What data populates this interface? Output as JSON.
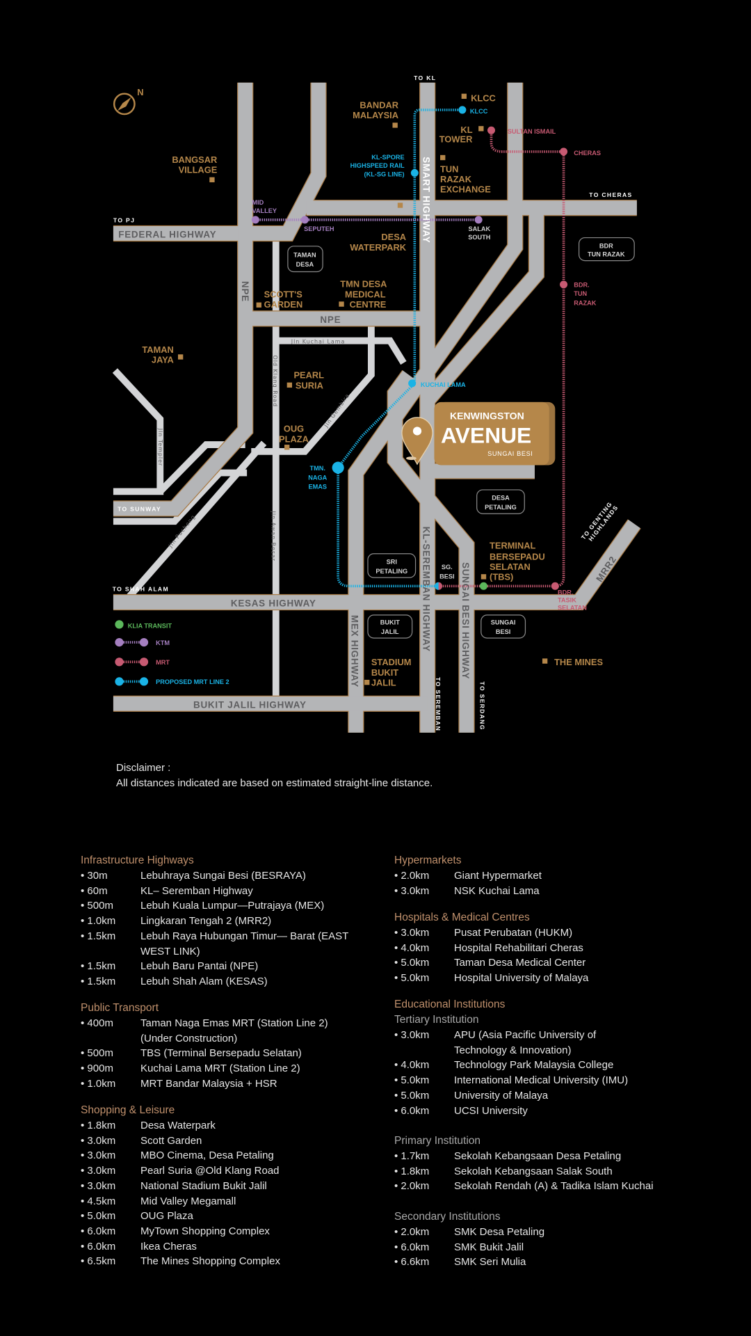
{
  "map": {
    "compass_n": "N",
    "directions": {
      "to_kl": "TO KL",
      "to_cheras": "TO CHERAS",
      "to_pj": "TO PJ",
      "to_sunway": "TO SUNWAY",
      "to_shah_alam": "TO SHAH ALAM",
      "to_seremban": "TO SEREMBAN",
      "to_serdang": "TO SERDANG",
      "to_genting_1": "TO GENTING",
      "to_genting_2": "HIGHLANDS"
    },
    "roads": {
      "federal": "FEDERAL HIGHWAY",
      "npe_h": "NPE",
      "npe_v": "NPE",
      "smart": "SMART HIGHWAY",
      "kesas": "KESAS HIGHWAY",
      "bukit_jalil": "BUKIT JALIL HIGHWAY",
      "mex": "MEX HIGHWAY",
      "kl_seremban": "KL-SEREMBAN HIGHWAY",
      "sungai_besi": "SUNGAI BESI HIGHWAY",
      "mrr2": "MRR2",
      "kuchai_lama": "Jln Kuchai Lama",
      "old_klang": "Old Klang Road",
      "gembira": "Jln Gembira",
      "templer": "Jln Templer",
      "puchong": "Jln Puchong",
      "awan_besar": "Jln Awan Besar"
    },
    "places": {
      "klcc": "KLCC",
      "bandar_malaysia": [
        "BANDAR",
        "MALAYSIA"
      ],
      "kl_tower": [
        "KL",
        "TOWER"
      ],
      "trx": [
        "TUN",
        "RAZAK",
        "EXCHANGE"
      ],
      "bangsar": [
        "BANGSAR",
        "VILLAGE"
      ],
      "desa_waterpark": [
        "DESA",
        "WATERPARK"
      ],
      "scotts": [
        "SCOTT'S",
        "GARDEN"
      ],
      "tmn_desa_medical": [
        "TMN DESA",
        "MEDICAL",
        "CENTRE"
      ],
      "taman_jaya": [
        "TAMAN",
        "JAYA"
      ],
      "pearl_suria": [
        "PEARL",
        "SURIA"
      ],
      "oug": [
        "OUG",
        "PLAZA"
      ],
      "stadium": [
        "STADIUM",
        "BUKIT",
        "JALIL"
      ],
      "tbs": [
        "TERMINAL",
        "BERSEPADU",
        "SELATAN",
        "(TBS)"
      ],
      "mines": "THE MINES"
    },
    "areas": {
      "taman_desa": [
        "TAMAN",
        "DESA"
      ],
      "bdr_tun_razak": [
        "BDR",
        "TUN RAZAK"
      ],
      "desa_petaling": [
        "DESA",
        "PETALING"
      ],
      "sri_petaling": [
        "SRI",
        "PETALING"
      ],
      "bukit_jalil": [
        "BUKIT",
        "JALIL"
      ],
      "sungai_besi": [
        "SUNGAI",
        "BESI"
      ]
    },
    "stations": {
      "klcc": "KLCC",
      "kl_spore": [
        "KL-SPORE",
        "HIGHSPEED RAIL",
        "(KL-SG LINE)"
      ],
      "kuchai_lama": "KUCHAI LAMA",
      "naga_emas": [
        "TMN.",
        "NAGA",
        "EMAS"
      ],
      "sultan_ismail": "SULTAN ISMAIL",
      "cheras": "CHERAS",
      "bdr_tun_razak": [
        "BDR.",
        "TUN",
        "RAZAK"
      ],
      "mid_valley": [
        "MID",
        "VALLEY"
      ],
      "seputeh": "SEPUTEH",
      "salak_south": [
        "SALAK",
        "SOUTH"
      ],
      "sg_besi": [
        "SG.",
        "BESI"
      ],
      "tasik_selatan": [
        "BDR.",
        "TASIK",
        "SELATAN"
      ]
    },
    "legend": {
      "klia": "KLIA TRANSIT",
      "ktm": "KTM",
      "mrt": "MRT",
      "mrt2": "PROPOSED MRT LINE 2"
    },
    "project": {
      "line1": "KENWINGSTON",
      "line2": "AVENUE",
      "line3": "SUNGAI BESI"
    },
    "colors": {
      "gold": "#b5874a",
      "klia": "#5cb85c",
      "ktm": "#a57fc0",
      "mrt": "#c75a72",
      "mrt2": "#1ab3e6"
    }
  },
  "disclaimer": {
    "title": "Disclaimer :",
    "text": "All distances indicated are based on estimated straight-line distance."
  },
  "infrastructure": {
    "title": "Infrastructure Highways",
    "items": [
      {
        "d": "• 30m",
        "n": "Lebuhraya Sungai Besi (BESRAYA)"
      },
      {
        "d": "• 60m",
        "n": "KL– Seremban Highway"
      },
      {
        "d": "• 500m",
        "n": "Lebuh Kuala Lumpur—Putrajaya (MEX)"
      },
      {
        "d": "• 1.0km",
        "n": "Lingkaran Tengah 2 (MRR2)"
      },
      {
        "d": "• 1.5km",
        "n": "Lebuh Raya Hubungan Timur— Barat (EAST WEST LINK)"
      },
      {
        "d": "• 1.5km",
        "n": "Lebuh Baru Pantai (NPE)"
      },
      {
        "d": "• 1.5km",
        "n": "Lebuh Shah Alam (KESAS)"
      }
    ]
  },
  "transport": {
    "title": "Public Transport",
    "items": [
      {
        "d": "• 400m",
        "n": "Taman Naga Emas MRT (Station Line 2) (Under Construction)"
      },
      {
        "d": "• 500m",
        "n": "TBS (Terminal Bersepadu Selatan)"
      },
      {
        "d": "• 900m",
        "n": "Kuchai Lama MRT (Station Line 2)"
      },
      {
        "d": "• 1.0km",
        "n": "MRT Bandar Malaysia + HSR"
      }
    ]
  },
  "shopping": {
    "title": "Shopping & Leisure",
    "items": [
      {
        "d": "• 1.8km",
        "n": "Desa Waterpark"
      },
      {
        "d": "• 3.0km",
        "n": "Scott Garden"
      },
      {
        "d": "• 3.0km",
        "n": "MBO Cinema, Desa Petaling"
      },
      {
        "d": "• 3.0km",
        "n": "Pearl Suria @Old Klang Road"
      },
      {
        "d": "• 3.0km",
        "n": "National Stadium Bukit Jalil"
      },
      {
        "d": "• 4.5km",
        "n": "Mid Valley Megamall"
      },
      {
        "d": "• 5.0km",
        "n": "OUG Plaza"
      },
      {
        "d": "• 6.0km",
        "n": "MyTown Shopping Complex"
      },
      {
        "d": "• 6.0km",
        "n": "Ikea Cheras"
      },
      {
        "d": "• 6.5km",
        "n": "The Mines Shopping Complex"
      }
    ]
  },
  "hypermarkets": {
    "title": "Hypermarkets",
    "items": [
      {
        "d": "• 2.0km",
        "n": "Giant Hypermarket"
      },
      {
        "d": "• 3.0km",
        "n": "NSK Kuchai Lama"
      }
    ]
  },
  "hospitals": {
    "title": "Hospitals & Medical Centres",
    "items": [
      {
        "d": "• 3.0km",
        "n": "Pusat Perubatan (HUKM)"
      },
      {
        "d": "• 4.0km",
        "n": "Hospital Rehabilitari Cheras"
      },
      {
        "d": "• 5.0km",
        "n": "Taman Desa Medical Center"
      },
      {
        "d": "• 5.0km",
        "n": "Hospital University of Malaya"
      }
    ]
  },
  "education": {
    "title": "Educational Institutions",
    "tertiary": {
      "title": "Tertiary Institution",
      "items": [
        {
          "d": "• 3.0km",
          "n": "APU (Asia Pacific University of Technology & Innovation)"
        },
        {
          "d": "• 4.0km",
          "n": "Technology Park Malaysia  College"
        },
        {
          "d": "• 5.0km",
          "n": "International Medical University (IMU)"
        },
        {
          "d": "• 5.0km",
          "n": "University of Malaya"
        },
        {
          "d": "• 6.0km",
          "n": "UCSI University"
        }
      ]
    },
    "primary": {
      "title": "Primary Institution",
      "items": [
        {
          "d": "• 1.7km",
          "n": "Sekolah Kebangsaan Desa Petaling"
        },
        {
          "d": "• 1.8km",
          "n": "Sekolah Kebangsaan Salak South"
        },
        {
          "d": "• 2.0km",
          "n": "Sekolah Rendah (A) & Tadika Islam Kuchai"
        }
      ]
    },
    "secondary": {
      "title": "Secondary Institutions",
      "items": [
        {
          "d": "• 2.0km",
          "n": "SMK Desa Petaling"
        },
        {
          "d": "• 6.0km",
          "n": "SMK Bukit Jalil"
        },
        {
          "d": "• 6.6km",
          "n": "SMK Seri Mulia"
        }
      ]
    }
  }
}
